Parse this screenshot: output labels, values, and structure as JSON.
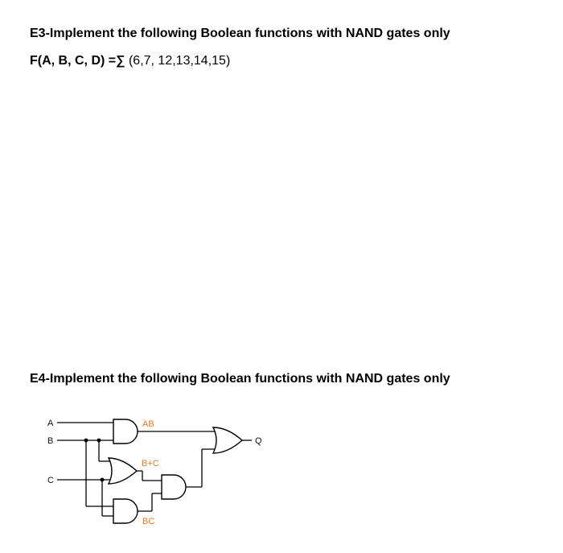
{
  "e3": {
    "heading": "E3-Implement the following Boolean functions with NAND gates only",
    "formula_prefix": "F(A, B, C, D) =∑",
    "formula_terms": " (6,7, 12,13,14,15)"
  },
  "e4": {
    "heading": "E4-Implement the following Boolean functions with NAND gates only"
  },
  "circuit": {
    "inputs": [
      "A",
      "B",
      "C"
    ],
    "output": "Q",
    "terms": [
      "AB",
      "B+C",
      "BC"
    ],
    "term_color": "#e07a2a"
  }
}
